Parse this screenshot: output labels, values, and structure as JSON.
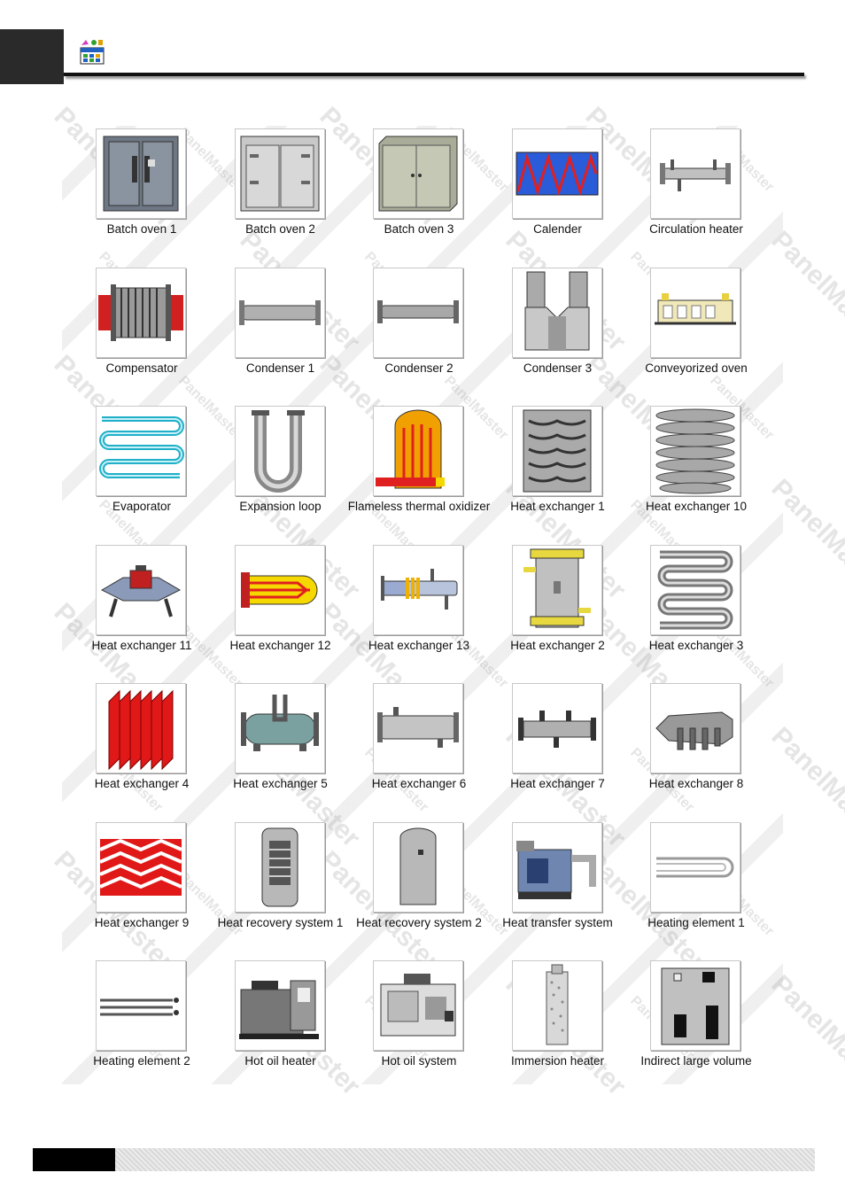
{
  "objects": [
    {
      "label": "Batch oven 1",
      "icon": "batch-oven-1-icon"
    },
    {
      "label": "Batch oven 2",
      "icon": "batch-oven-2-icon"
    },
    {
      "label": "Batch oven 3",
      "icon": "batch-oven-3-icon"
    },
    {
      "label": "Calender",
      "icon": "calender-icon"
    },
    {
      "label": "Circulation heater",
      "icon": "circulation-heater-icon"
    },
    {
      "label": "Compensator",
      "icon": "compensator-icon"
    },
    {
      "label": "Condenser 1",
      "icon": "condenser-1-icon"
    },
    {
      "label": "Condenser 2",
      "icon": "condenser-2-icon"
    },
    {
      "label": "Condenser 3",
      "icon": "condenser-3-icon"
    },
    {
      "label": "Conveyorized oven",
      "icon": "conveyorized-oven-icon"
    },
    {
      "label": "Evaporator",
      "icon": "evaporator-icon"
    },
    {
      "label": "Expansion loop",
      "icon": "expansion-loop-icon"
    },
    {
      "label": "Flameless thermal oxidizer",
      "icon": "flameless-thermal-oxidizer-icon"
    },
    {
      "label": "Heat exchanger 1",
      "icon": "heat-exchanger-1-icon"
    },
    {
      "label": "Heat exchanger 10",
      "icon": "heat-exchanger-10-icon"
    },
    {
      "label": "Heat exchanger 11",
      "icon": "heat-exchanger-11-icon"
    },
    {
      "label": "Heat exchanger 12",
      "icon": "heat-exchanger-12-icon"
    },
    {
      "label": "Heat exchanger 13",
      "icon": "heat-exchanger-13-icon"
    },
    {
      "label": "Heat exchanger 2",
      "icon": "heat-exchanger-2-icon"
    },
    {
      "label": "Heat exchanger 3",
      "icon": "heat-exchanger-3-icon"
    },
    {
      "label": "Heat exchanger 4",
      "icon": "heat-exchanger-4-icon"
    },
    {
      "label": "Heat exchanger 5",
      "icon": "heat-exchanger-5-icon"
    },
    {
      "label": "Heat exchanger 6",
      "icon": "heat-exchanger-6-icon"
    },
    {
      "label": "Heat exchanger 7",
      "icon": "heat-exchanger-7-icon"
    },
    {
      "label": "Heat exchanger 8",
      "icon": "heat-exchanger-8-icon"
    },
    {
      "label": "Heat exchanger 9",
      "icon": "heat-exchanger-9-icon"
    },
    {
      "label": "Heat recovery system 1",
      "icon": "heat-recovery-system-1-icon"
    },
    {
      "label": "Heat recovery system 2",
      "icon": "heat-recovery-system-2-icon"
    },
    {
      "label": "Heat transfer system",
      "icon": "heat-transfer-system-icon"
    },
    {
      "label": "Heating element 1",
      "icon": "heating-element-1-icon"
    },
    {
      "label": "Heating element 2",
      "icon": "heating-element-2-icon"
    },
    {
      "label": "Hot oil heater",
      "icon": "hot-oil-heater-icon"
    },
    {
      "label": "Hot oil system",
      "icon": "hot-oil-system-icon"
    },
    {
      "label": "Immersion heater",
      "icon": "immersion-heater-icon"
    },
    {
      "label": "Indirect large volume",
      "icon": "indirect-large-volume-icon"
    }
  ],
  "watermark": "PanelMaster",
  "colors": {
    "header_block": "#2a2a2a",
    "rule": "#111111",
    "footer_block": "#000000",
    "accent_red": "#e02020",
    "accent_yellow": "#f5d800"
  }
}
